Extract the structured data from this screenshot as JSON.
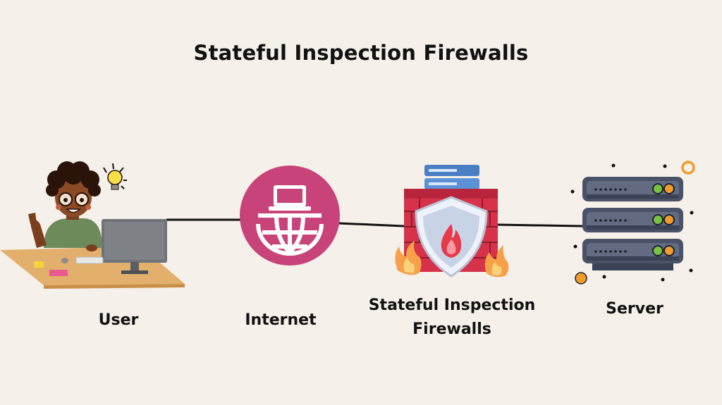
{
  "title": "Stateful Inspection Firewalls",
  "nodes": {
    "user": {
      "label": "User"
    },
    "internet": {
      "label": "Internet"
    },
    "firewall": {
      "label_line1": "Stateful Inspection",
      "label_line2": "Firewalls"
    },
    "server": {
      "label": "Server"
    }
  },
  "colors": {
    "background": "#f5f0ea",
    "internet_globe": "#c8437a",
    "firewall_brick": "#d6324a",
    "shield": "#c9d3e6",
    "server_body": "#4a5268",
    "led_green": "#7ac142",
    "led_orange": "#f39b2a",
    "connector": "#111111"
  }
}
